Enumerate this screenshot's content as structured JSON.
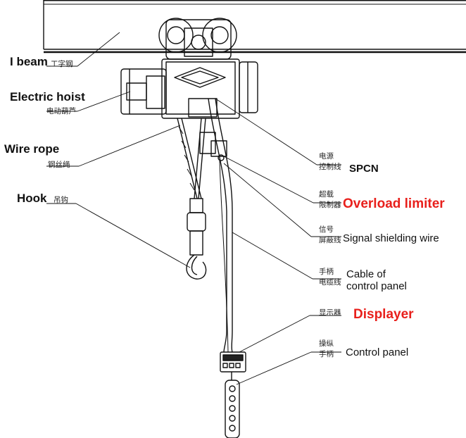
{
  "colors": {
    "highlight": "#e8201c",
    "ink": "#111111"
  },
  "labels_left": {
    "i_beam_en": "I beam",
    "i_beam_zh": "工字钢",
    "hoist_en": "Electric hoist",
    "hoist_zh": "电动葫芦",
    "rope_en": "Wire rope",
    "rope_zh": "钢丝绳",
    "hook_en": "Hook",
    "hook_zh": "吊钩"
  },
  "labels_right": {
    "spcn_zh_1": "电源",
    "spcn_zh_2": "控制线",
    "spcn_en": "SPCN",
    "overload_zh_1": "超载",
    "overload_zh_2": "限制器",
    "overload_en": "Overload limiter",
    "signal_zh_1": "信号",
    "signal_zh_2": "屏蔽线",
    "signal_en": "Signal shielding wire",
    "cable_zh_1": "手柄",
    "cable_zh_2": "电缆线",
    "cable_en_1": "Cable of",
    "cable_en_2": "control panel",
    "display_zh": "显示器",
    "display_en": "Displayer",
    "panel_zh_1": "操纵",
    "panel_zh_2": "手柄",
    "panel_en": "Control panel"
  }
}
